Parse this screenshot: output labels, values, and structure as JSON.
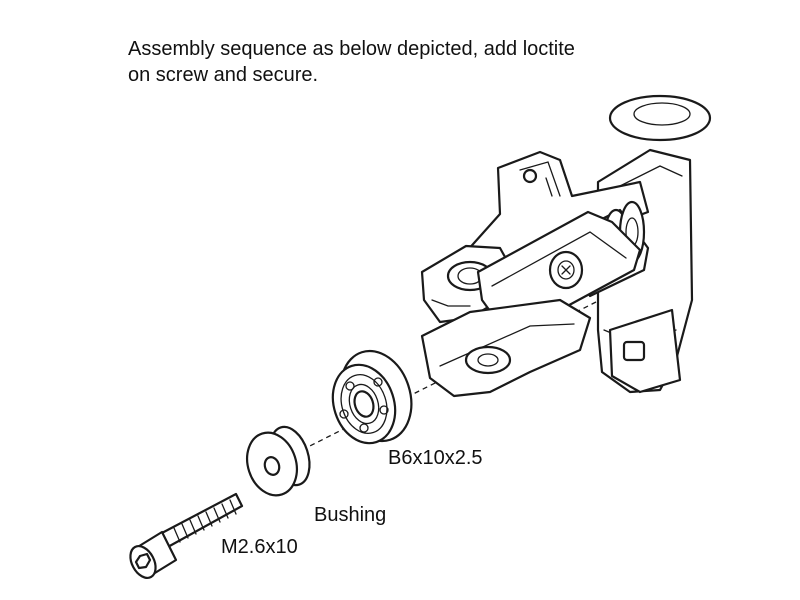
{
  "instruction": {
    "line1": "Assembly sequence as below depicted, add loctite",
    "line2": "on screw and secure."
  },
  "labels": {
    "bearing": "B6x10x2.5",
    "bushing": "Bushing",
    "screw": "M2.6x10"
  }
}
